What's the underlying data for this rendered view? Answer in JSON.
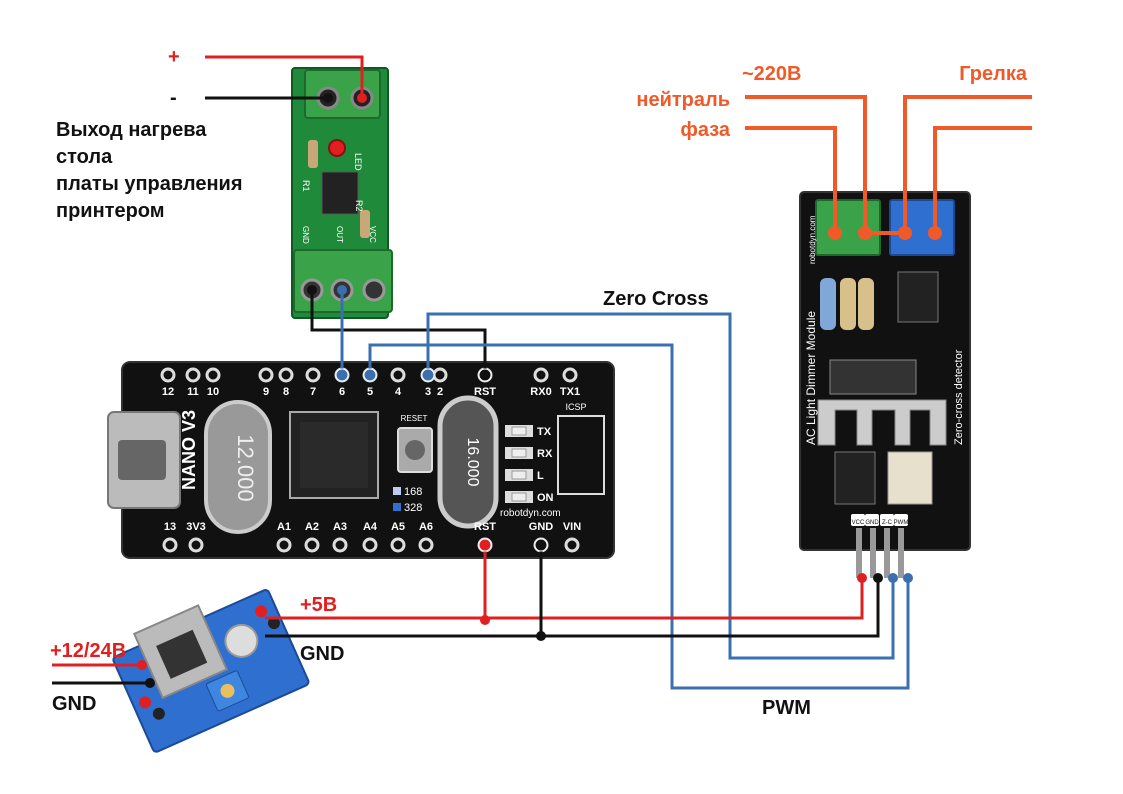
{
  "labels": {
    "plus": "+",
    "minus": "-",
    "heater_output_line1": "Выход нагрева",
    "heater_output_line2": "стола",
    "heater_output_line3": "платы управления",
    "heater_output_line4": "принтером",
    "ac_voltage": "~220В",
    "neutral": "нейтраль",
    "phase": "фаза",
    "heater": "Грелка",
    "zero_cross": "Zero Cross",
    "plus5v": "+5В",
    "plus12_24v": "+12/24В",
    "gnd_left": "GND",
    "gnd_mid": "GND",
    "pwm": "PWM"
  },
  "nano": {
    "name": "NANO V3",
    "top_pins": [
      "12",
      "11",
      "10",
      "9",
      "8",
      "7",
      "6",
      "5",
      "4",
      "3",
      "2",
      "RST",
      "RX0",
      "TX1"
    ],
    "bottom_pins": [
      "13",
      "3V3",
      "A1",
      "A2",
      "A3",
      "A4",
      "A5",
      "A6",
      "RST",
      "GND",
      "VIN"
    ],
    "crystal_left": "12.000",
    "crystal_right": "16.000",
    "reset": "RESET",
    "icsp": "ICSP",
    "brand": "robotdyn.com",
    "chip_168": "168",
    "chip_328": "328",
    "leds": [
      "TX",
      "RX",
      "L",
      "ON"
    ]
  },
  "optocoupler_board": {
    "led": "LED",
    "r1": "R1",
    "r2": "R2",
    "gnd": "GND",
    "out": "OUT",
    "vcc": "VCC"
  },
  "dimmer": {
    "module_name": "AC Light Dimmer Module",
    "zc_detector": "Zero-cross detector",
    "brand": "robotdyn.com",
    "pins": [
      "VCC",
      "GND",
      "Z-C",
      "PWM"
    ]
  },
  "colors": {
    "wire_red": "#e02020",
    "wire_black": "#111111",
    "wire_blue": "#3a6fb0",
    "wire_orange": "#f05a28",
    "pcb_green": "#1f8a3a",
    "pcb_black": "#111111",
    "pcb_blue": "#2f6fd0"
  }
}
